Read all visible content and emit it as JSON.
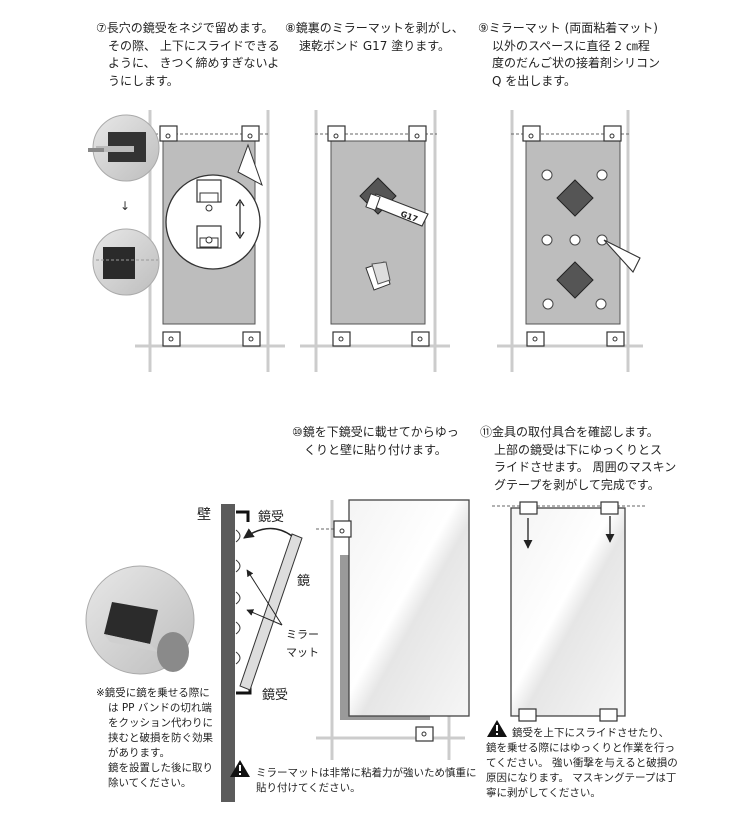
{
  "steps": {
    "s7": {
      "lines": [
        "⑦長穴の鏡受をネジで留めます。",
        "その際、 上下にスライドできる",
        "ように、 きつく締めすぎないよ",
        "うにします。"
      ]
    },
    "s8": {
      "lines": [
        "⑧鏡裏のミラーマットを剥がし、",
        "速乾ボンド G17 塗ります。"
      ],
      "tube_label": "G17"
    },
    "s9": {
      "lines": [
        "⑨ミラーマット (両面粘着マット)",
        "以外のスペースに直径 2 ㎝程",
        "度のだんご状の接着剤シリコン",
        "Q を出します。"
      ]
    },
    "s10": {
      "lines": [
        "⑩鏡を下鏡受に載せてからゆっ",
        "くりと壁に貼り付けます。"
      ]
    },
    "s11": {
      "lines": [
        "⑪金具の取付具合を確認します。",
        "上部の鏡受は下にゆっくりとス",
        "ライドさせます。 周囲のマスキン",
        "グテープを剥がして完成です。"
      ]
    }
  },
  "labels": {
    "wall": "壁",
    "holder_top": "鏡受",
    "mirror": "鏡",
    "mirror_mat_1": "ミラー",
    "mirror_mat_2": "マット",
    "holder_bottom": "鏡受"
  },
  "notes": {
    "cushion": [
      "※鏡受に鏡を乗せる際に",
      "は PP バンドの切れ端",
      "をクッション代わりに",
      "挟むと破損を防ぐ効果",
      "があります。",
      "鏡を設置した後に取り",
      "除いてください。"
    ],
    "warning_mat": [
      "ミラーマットは非常に粘着力が強いため慎重に",
      "貼り付けてください。"
    ],
    "warning_slide": [
      "鏡受を上下にスライドさせたり、",
      "鏡を乗せる際にはゆっくりと作業を行っ",
      "てください。 強い衝撃を与えると破損の",
      "原因になります。 マスキングテープは丁",
      "寧に剥がしてください。"
    ]
  }
}
